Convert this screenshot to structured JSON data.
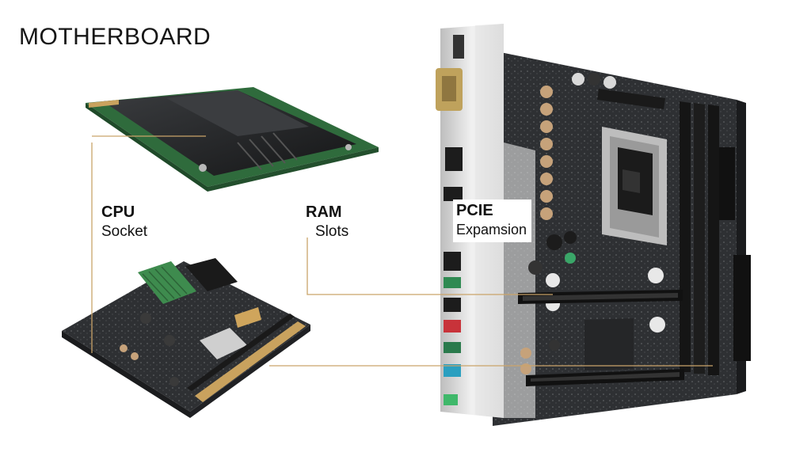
{
  "title": "MOTHERBOARD",
  "labels": {
    "cpu": {
      "title": "CPU",
      "subtitle": "Socket"
    },
    "ram": {
      "title": "RAM",
      "subtitle": "Slots"
    },
    "pcie": {
      "title": "PCIE",
      "subtitle": "Expamsion"
    }
  },
  "colors": {
    "background": "#ffffff",
    "pcb_dark": "#2b2d2f",
    "pcb_green": "#2f6b3c",
    "gold": "#c9a25e",
    "io_shield": "#d9d9d9",
    "leader_line": "#caa46a"
  }
}
